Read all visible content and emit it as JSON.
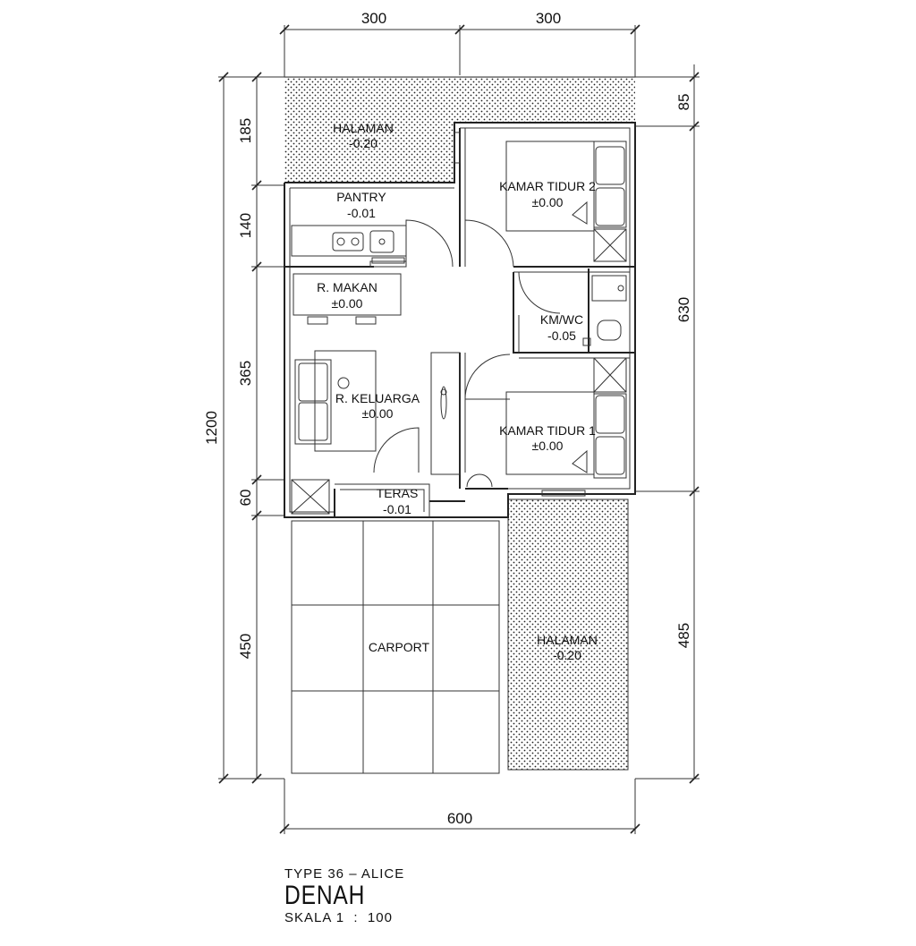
{
  "dimensions": {
    "top": [
      "300",
      "300"
    ],
    "bottom": "600",
    "left_total": "1200",
    "left": [
      "185",
      "140",
      "365",
      "60",
      "450"
    ],
    "right": [
      "85",
      "630",
      "485"
    ]
  },
  "rooms": {
    "halaman_top": {
      "name": "HALAMAN",
      "level": "-0.20"
    },
    "pantry": {
      "name": "PANTRY",
      "level": "-0.01"
    },
    "kamar2": {
      "name": "KAMAR TIDUR 2",
      "level": "±0.00"
    },
    "makan": {
      "name": "R. MAKAN",
      "level": "±0.00"
    },
    "kmwc": {
      "name": "KM/WC",
      "level": "-0.05"
    },
    "keluarga": {
      "name": "R. KELUARGA",
      "level": "±0.00"
    },
    "kamar1": {
      "name": "KAMAR TIDUR 1",
      "level": "±0.00"
    },
    "teras": {
      "name": "TERAS",
      "level": "-0.01"
    },
    "carport": {
      "name": "CARPORT"
    },
    "halaman_bottom": {
      "name": "HALAMAN",
      "level": "-0.20"
    }
  },
  "title": {
    "type": "TYPE 36 – ALICE",
    "main": "DENAH",
    "scale": "SKALA 1  :  100"
  }
}
